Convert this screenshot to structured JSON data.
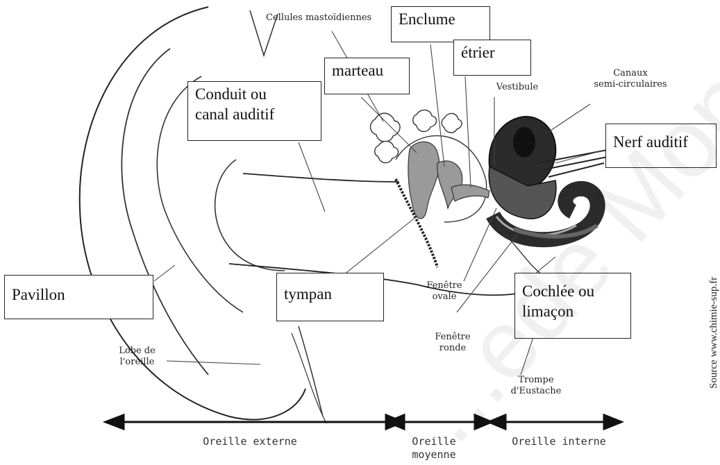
{
  "labels": {
    "cellules": "Cellules mastoïdiennes",
    "enclume": "Enclume",
    "etrier": "étrier",
    "marteau": "marteau",
    "canaux_line1": "Canaux",
    "canaux_line2": "semi-circulaires",
    "vestibule": "Vestibule",
    "conduit_line1": "Conduit  ou",
    "conduit_line2": "canal auditif",
    "nerf": "Nerf auditif",
    "pavillon": "Pavillon",
    "tympan": "tympan",
    "fenetre_ovale_line1": "Fenêtre",
    "fenetre_ovale_line2": "ovale",
    "fenetre_ronde_line1": "Fenêtre",
    "fenetre_ronde_line2": "ronde",
    "cochlee_line1": "Cochlée ou",
    "cochlee_line2": "limaçon",
    "lobe_line1": "Lobe de",
    "lobe_line2": "l'oreille",
    "trompe_line1": "Trompe",
    "trompe_line2": "d'Eustache"
  },
  "regions": {
    "externe": "Oreille externe",
    "moyenne_line1": "Oreille",
    "moyenne_line2": "moyenne",
    "interne": "Oreille interne"
  },
  "source": "Source www.chimie-sup.fr",
  "watermark": "...ede Mont...",
  "colors": {
    "ink": "#1a1a1a",
    "cochlea_dark": "#2b2b2b",
    "cochlea_mid": "#555555",
    "ossicle_gray": "#9a9a9a"
  }
}
